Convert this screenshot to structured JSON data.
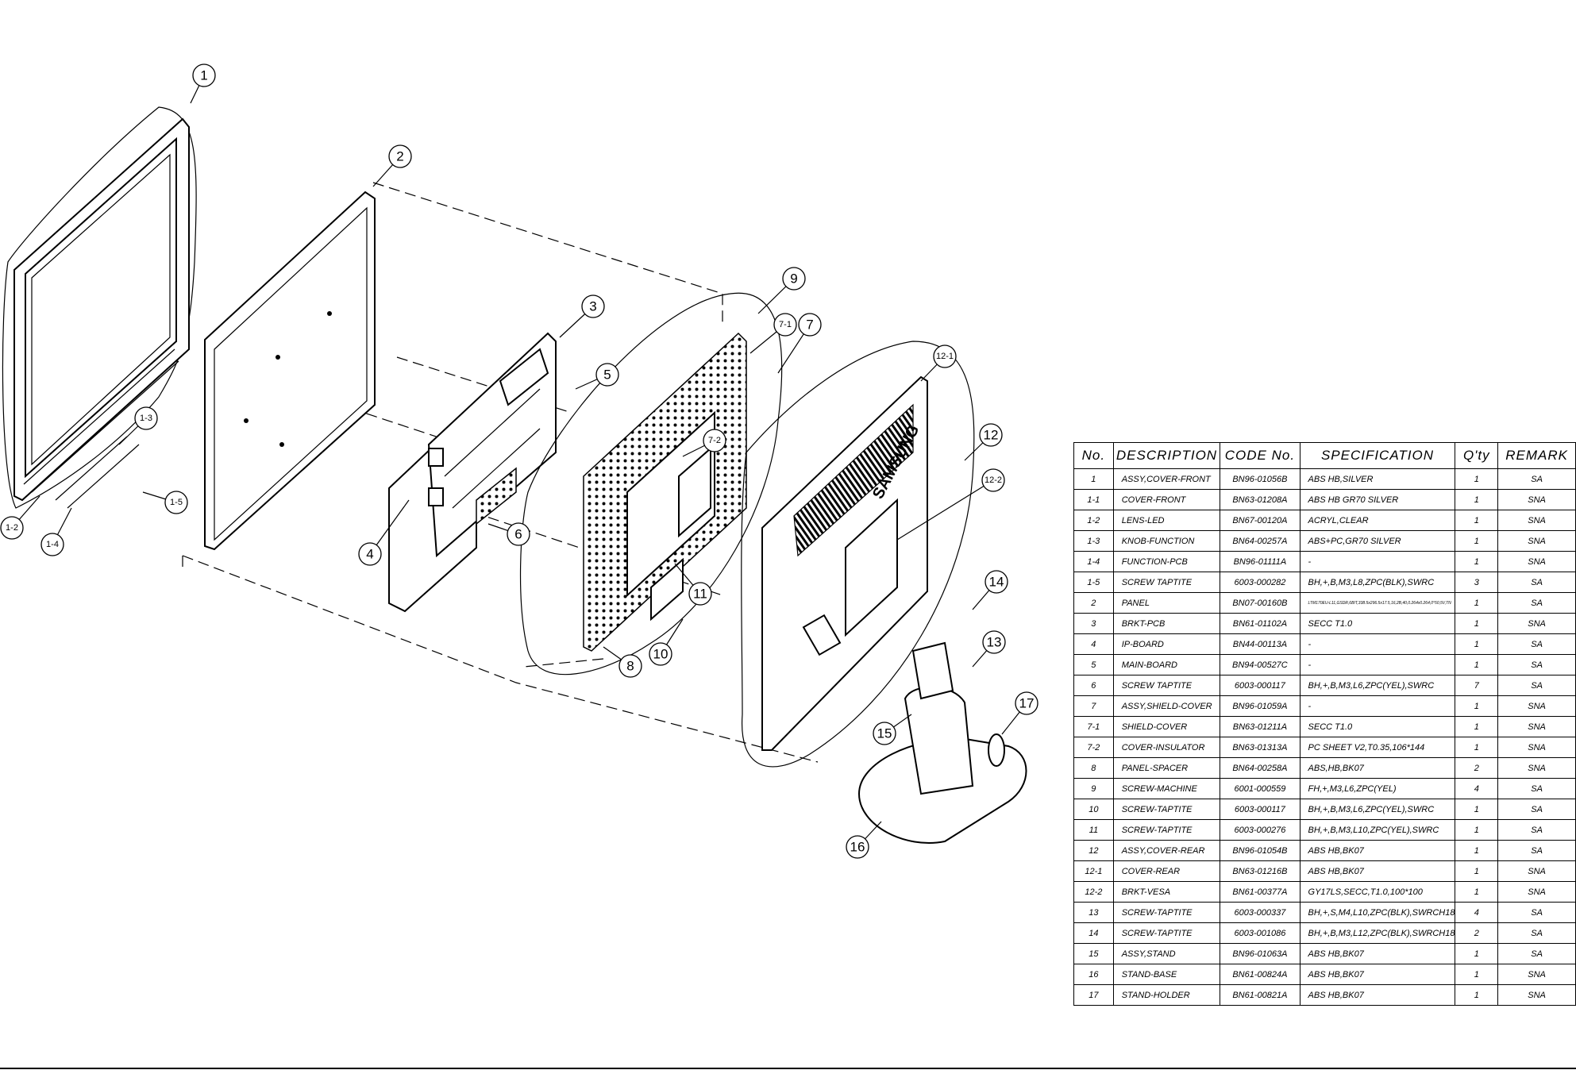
{
  "table": {
    "headers": [
      "No.",
      "DESCRIPTION",
      "CODE No.",
      "SPECIFICATION",
      "Q'ty",
      "REMARK"
    ],
    "rows": [
      {
        "no": "1",
        "desc": "ASSY,COVER-FRONT",
        "code": "BN96-01056B",
        "spec": "ABS HB,SILVER",
        "qty": "1",
        "remark": "SA"
      },
      {
        "no": "1-1",
        "desc": "COVER-FRONT",
        "code": "BN63-01208A",
        "spec": "ABS HB GR70 SILVER",
        "qty": "1",
        "remark": "SNA"
      },
      {
        "no": "1-2",
        "desc": "LENS-LED",
        "code": "BN67-00120A",
        "spec": "ACRYL,CLEAR",
        "qty": "1",
        "remark": "SNA"
      },
      {
        "no": "1-3",
        "desc": "KNOB-FUNCTION",
        "code": "BN64-00257A",
        "spec": "ABS+PC,GR70 SILVER",
        "qty": "1",
        "remark": "SNA"
      },
      {
        "no": "1-4",
        "desc": "FUNCTION-PCB",
        "code": "BN96-01111A",
        "spec": "-",
        "qty": "1",
        "remark": "SNA"
      },
      {
        "no": "1-5",
        "desc": "SCREW TAPTITE",
        "code": "6003-000282",
        "spec": "BH,+,B,M3,L8,ZPC(BLK),SWRC",
        "qty": "3",
        "remark": "SA"
      },
      {
        "no": "2",
        "desc": "PANEL",
        "code": "BN07-00160B",
        "spec": "LTM170EU-L11,GSDR,6BIT,338.5x296.5x17.5,16,2B,40,0.264x0.264,0°50,5V,TN",
        "qty": "1",
        "remark": "SA"
      },
      {
        "no": "3",
        "desc": "BRKT-PCB",
        "code": "BN61-01102A",
        "spec": "SECC T1.0",
        "qty": "1",
        "remark": "SNA"
      },
      {
        "no": "4",
        "desc": "IP-BOARD",
        "code": "BN44-00113A",
        "spec": "-",
        "qty": "1",
        "remark": "SA"
      },
      {
        "no": "5",
        "desc": "MAIN-BOARD",
        "code": "BN94-00527C",
        "spec": "-",
        "qty": "1",
        "remark": "SA"
      },
      {
        "no": "6",
        "desc": "SCREW TAPTITE",
        "code": "6003-000117",
        "spec": "BH,+,B,M3,L6,ZPC(YEL),SWRC",
        "qty": "7",
        "remark": "SA"
      },
      {
        "no": "7",
        "desc": "ASSY,SHIELD-COVER",
        "code": "BN96-01059A",
        "spec": "-",
        "qty": "1",
        "remark": "SNA"
      },
      {
        "no": "7-1",
        "desc": "SHIELD-COVER",
        "code": "BN63-01211A",
        "spec": "SECC T1.0",
        "qty": "1",
        "remark": "SNA"
      },
      {
        "no": "7-2",
        "desc": "COVER-INSULATOR",
        "code": "BN63-01313A",
        "spec": "PC SHEET V2,T0.35,106*144",
        "qty": "1",
        "remark": "SNA"
      },
      {
        "no": "8",
        "desc": "PANEL-SPACER",
        "code": "BN64-00258A",
        "spec": "ABS,HB,BK07",
        "qty": "2",
        "remark": "SNA"
      },
      {
        "no": "9",
        "desc": "SCREW-MACHINE",
        "code": "6001-000559",
        "spec": "FH,+,M3,L6,ZPC(YEL)",
        "qty": "4",
        "remark": "SA"
      },
      {
        "no": "10",
        "desc": "SCREW-TAPTITE",
        "code": "6003-000117",
        "spec": "BH,+,B,M3,L6,ZPC(YEL),SWRC",
        "qty": "1",
        "remark": "SA"
      },
      {
        "no": "11",
        "desc": "SCREW-TAPTITE",
        "code": "6003-000276",
        "spec": "BH,+,B,M3,L10,ZPC(YEL),SWRC",
        "qty": "1",
        "remark": "SA"
      },
      {
        "no": "12",
        "desc": "ASSY,COVER-REAR",
        "code": "BN96-01054B",
        "spec": "ABS HB,BK07",
        "qty": "1",
        "remark": "SA"
      },
      {
        "no": "12-1",
        "desc": "COVER-REAR",
        "code": "BN63-01216B",
        "spec": "ABS HB,BK07",
        "qty": "1",
        "remark": "SNA"
      },
      {
        "no": "12-2",
        "desc": "BRKT-VESA",
        "code": "BN61-00377A",
        "spec": "GY17LS,SECC,T1.0,100*100",
        "qty": "1",
        "remark": "SNA"
      },
      {
        "no": "13",
        "desc": "SCREW-TAPTITE",
        "code": "6003-000337",
        "spec": "BH,+,S,M4,L10,ZPC(BLK),SWRCH18",
        "qty": "4",
        "remark": "SA"
      },
      {
        "no": "14",
        "desc": "SCREW-TAPTITE",
        "code": "6003-001086",
        "spec": "BH,+,B,M3,L12,ZPC(BLK),SWRCH18",
        "qty": "2",
        "remark": "SA"
      },
      {
        "no": "15",
        "desc": "ASSY,STAND",
        "code": "BN96-01063A",
        "spec": "ABS HB,BK07",
        "qty": "1",
        "remark": "SA"
      },
      {
        "no": "16",
        "desc": "STAND-BASE",
        "code": "BN61-00824A",
        "spec": "ABS HB,BK07",
        "qty": "1",
        "remark": "SNA"
      },
      {
        "no": "17",
        "desc": "STAND-HOLDER",
        "code": "BN61-00821A",
        "spec": "ABS HB,BK07",
        "qty": "1",
        "remark": "SNA"
      }
    ]
  },
  "callouts": [
    "1",
    "2",
    "3",
    "4",
    "5",
    "6",
    "7",
    "7-1",
    "7-2",
    "8",
    "9",
    "10",
    "11",
    "12",
    "12-1",
    "12-2",
    "13",
    "14",
    "15",
    "16",
    "17",
    "1-2",
    "1-3",
    "1-4",
    "1-5"
  ],
  "logo_text": "SAMSUNG"
}
